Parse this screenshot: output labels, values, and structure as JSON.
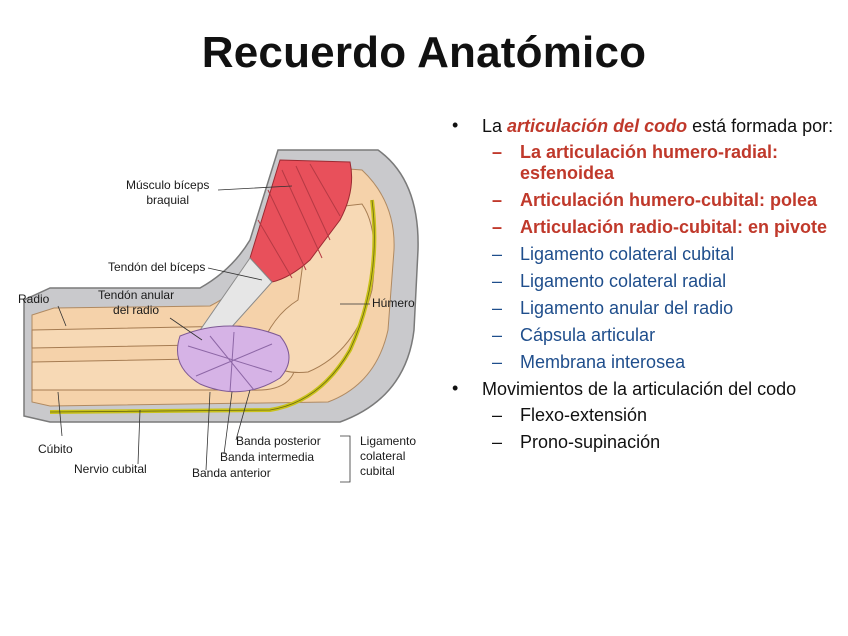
{
  "slide": {
    "title": "Recuerdo Anatómico"
  },
  "figure": {
    "labels": {
      "biceps": "Músculo bíceps\nbraquial",
      "tendon_biceps": "Tendón del bíceps",
      "radio": "Radio",
      "tendon_anular": "Tendón anular\ndel radio",
      "humero": "Húmero",
      "cubito": "Cúbito",
      "nervio": "Nervio cubital",
      "banda_posterior": "Banda posterior",
      "banda_intermedia": "Banda intermedia",
      "banda_anterior": "Banda anterior",
      "ligamento": "Ligamento\ncolateral\ncubital"
    }
  },
  "bullets": {
    "b1_pre": "La ",
    "b1_em": "articulación del codo",
    "b1_post": " está formada por:",
    "b1_items": [
      "La articulación humero-radial: esfenoidea",
      "Articulación humero-cubital: polea",
      "Articulación radio-cubital: en pivote"
    ],
    "b1_items_blue": [
      "Ligamento colateral cubital",
      "Ligamento colateral radial",
      "Ligamento anular del radio",
      "Cápsula articular",
      "Membrana interosea"
    ],
    "b2_text": "Movimientos de la articulación del codo",
    "b2_items": [
      "Flexo-extensión",
      "Prono-supinación"
    ],
    "bullet_glyph": "•",
    "dash_glyph": "–"
  },
  "colors": {
    "red": "#c0392b",
    "blue": "#1f4e8c"
  }
}
